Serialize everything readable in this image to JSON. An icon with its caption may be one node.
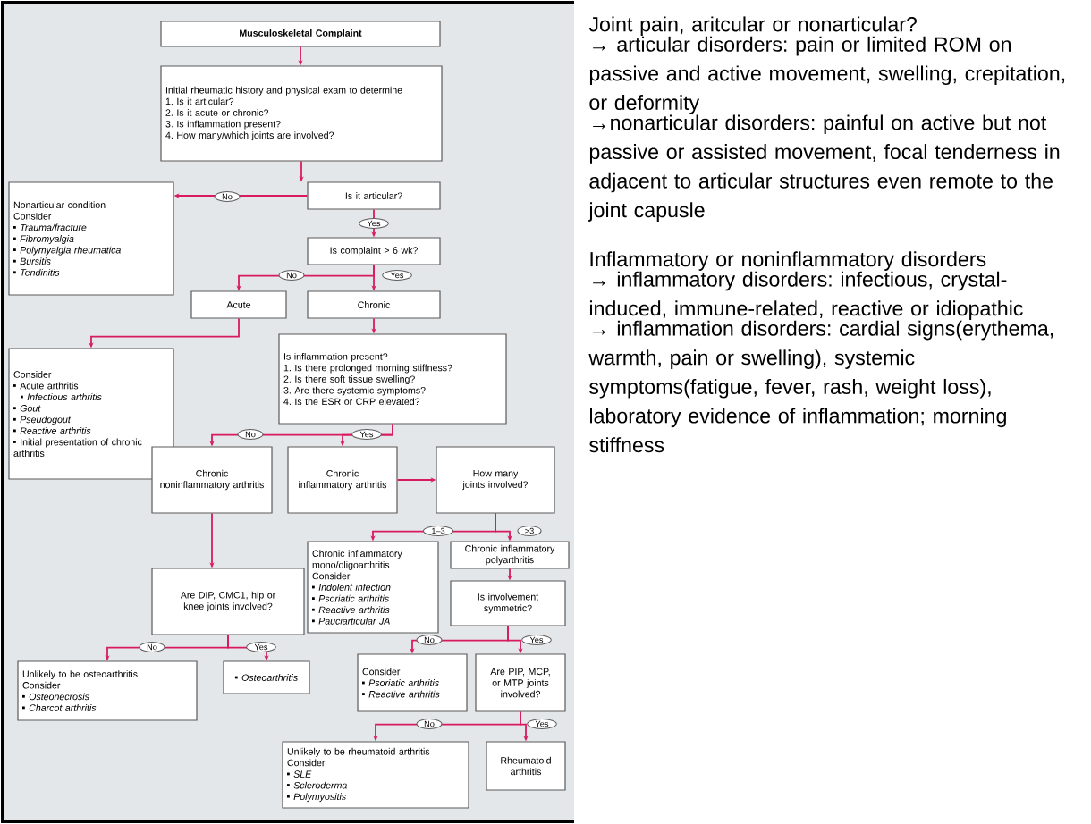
{
  "diagram": {
    "nodes": [
      {
        "text": [
          "Musculoskeletal Complaint"
        ]
      },
      {
        "text": [
          "Initial rheumatic history and physical exam to determine",
          "1. Is it articular?",
          "2. Is it acute or chronic?",
          "3. Is inflammation present?",
          "4. How many/which joints are involved?"
        ]
      },
      {
        "text": [
          "Is it articular?"
        ]
      },
      {
        "text": [
          "Nonarticular condition",
          "Consider",
          "Trauma/fracture",
          "Fibromyalgia",
          "Polymyalgia rheumatica",
          "Bursitis",
          "Tendinitis"
        ]
      },
      {
        "text": [
          "Is complaint > 6 wk?"
        ]
      },
      {
        "text": [
          "Acute"
        ]
      },
      {
        "text": [
          "Chronic"
        ]
      },
      {
        "text": [
          "Consider",
          "Acute arthritis",
          "Infectious arthritis",
          "Gout",
          "Pseudogout",
          "Reactive arthritis",
          "Initial presentation of chronic arthritis"
        ]
      },
      {
        "text": [
          "Is inflammation present?",
          "1. Is there prolonged morning stiffness?",
          "2. Is there soft tissue swelling?",
          "3. Are there systemic symptoms?",
          "4. Is the ESR or CRP elevated?"
        ]
      },
      {
        "text": [
          "Chronic noninflammatory arthritis"
        ]
      },
      {
        "text": [
          "Chronic inflammatory arthritis"
        ]
      },
      {
        "text": [
          "How many joints involved?"
        ]
      },
      {
        "text": [
          "Are DIP, CMC1, hip or knee joints involved?"
        ]
      },
      {
        "text": [
          "Chronic inflammatory mono/oligoarthritis",
          "Consider",
          "Indolent infection",
          "Psoriatic arthritis",
          "Reactive arthritis",
          "Pauciarticular JA"
        ]
      },
      {
        "text": [
          "Chronic inflammatory polyarthritis"
        ]
      },
      {
        "text": [
          "Is involvement symmetric?"
        ]
      },
      {
        "text": [
          "Unlikely to be osteoarthritis",
          "Consider",
          "Osteonecrosis",
          "Charcot arthritis"
        ]
      },
      {
        "text": [
          "Osteoarthritis"
        ]
      },
      {
        "text": [
          "Consider",
          "Psoriatic arthritis",
          "Reactive arthritis"
        ]
      },
      {
        "text": [
          "Are PIP, MCP, or MTP joints involved?"
        ]
      },
      {
        "text": [
          "Unlikely to be rheumatoid arthritis",
          "Consider",
          "SLE",
          "Scleroderma",
          "Polymyositis"
        ]
      },
      {
        "text": [
          "Rheumatoid arthritis"
        ]
      }
    ],
    "edges": [
      {
        "from": 0,
        "to": 1,
        "arrow": "to"
      },
      {
        "from": 1,
        "to": 2,
        "arrow": "to"
      },
      {
        "from": 2,
        "to": 3,
        "arrow": "to",
        "label": "No"
      },
      {
        "from": 2,
        "to": 4,
        "arrow": "to",
        "label": "Yes"
      },
      {
        "from": 4,
        "to": 5,
        "arrow": "to",
        "label": "No"
      },
      {
        "from": 4,
        "to": 6,
        "arrow": "to",
        "label": "Yes"
      },
      {
        "from": 5,
        "to": 7,
        "arrow": "to"
      },
      {
        "from": 6,
        "to": 8,
        "arrow": "to"
      },
      {
        "from": 8,
        "to": 9,
        "arrow": "to",
        "label": "No"
      },
      {
        "from": 8,
        "to": 10,
        "arrow": "to",
        "label": "Yes"
      },
      {
        "from": 10,
        "to": 11,
        "arrow": "to"
      },
      {
        "from": 11,
        "to": 13,
        "arrow": "to",
        "label": "1–3"
      },
      {
        "from": 11,
        "to": 14,
        "arrow": "to",
        "label": ">3"
      },
      {
        "from": 9,
        "to": 12,
        "arrow": "to"
      },
      {
        "from": 14,
        "to": 15,
        "arrow": "to"
      },
      {
        "from": 12,
        "to": 16,
        "arrow": "to",
        "label": "No"
      },
      {
        "from": 12,
        "to": 17,
        "arrow": "to",
        "label": "Yes"
      },
      {
        "from": 15,
        "to": 18,
        "arrow": "to",
        "label": "No"
      },
      {
        "from": 15,
        "to": 19,
        "arrow": "to",
        "label": "Yes"
      },
      {
        "from": 19,
        "to": 20,
        "arrow": "to",
        "label": "No"
      },
      {
        "from": 19,
        "to": 21,
        "arrow": "to",
        "label": "Yes"
      }
    ],
    "labels": [
      "Joint pain, aritcular or nonarticular?",
      "→ articular disorders: pain or limited ROM on passive and active movement, swelling, crepitation, or deformity",
      "→nonarticular disorders: painful on active but not passive or assisted movement, focal tenderness in adjacent to articular structures even remote to the joint capusle",
      "Inflammatory or noninflammatory disorders",
      "→ inflammatory disorders: infectious, crystal-induced, immune-related, reactive or idiopathic",
      "→ inflammation disorders: cardial signs(erythema, warmth, pain or swelling), systemic symptoms(fatigue, fever, rash, weight loss), laboratory evidence of inflammation; morning stiffness"
    ]
  }
}
